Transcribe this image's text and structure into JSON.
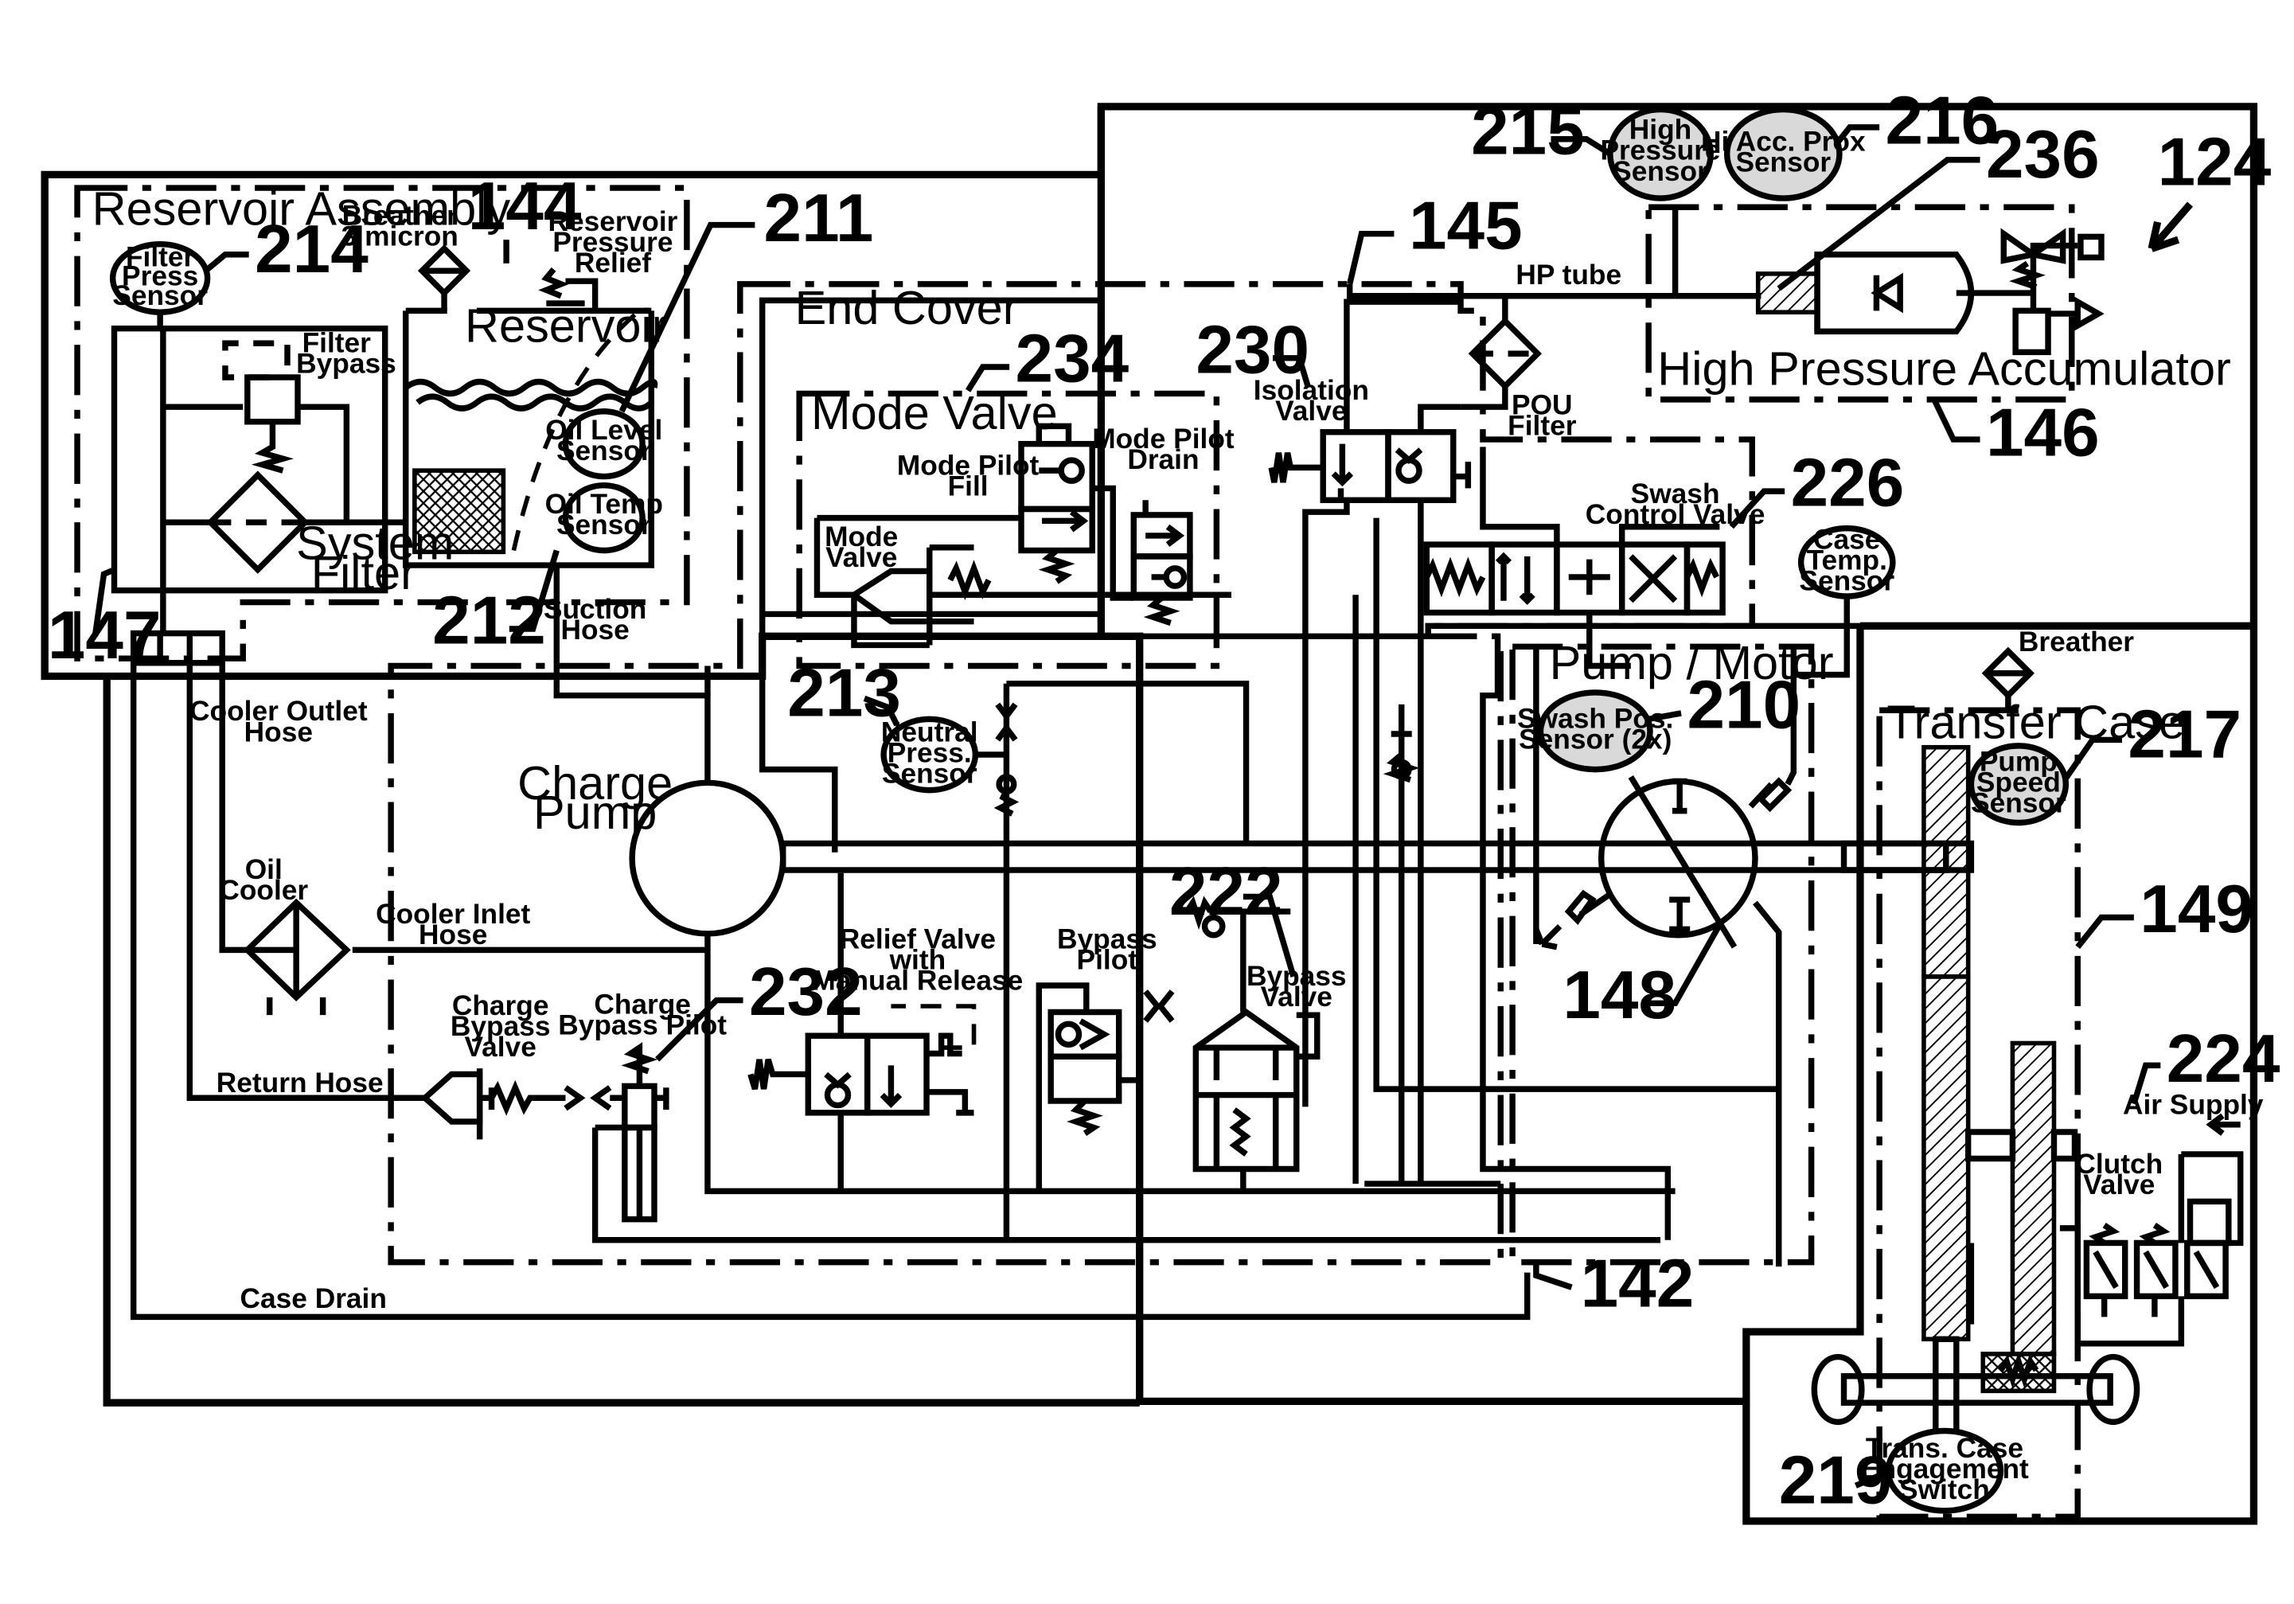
{
  "assemblies": {
    "reservoir_assembly": "Reservoir Assembly",
    "end_cover": "End Cover",
    "mode_valve": "Mode Valve",
    "pump_motor": "Pump / Motor",
    "transfer_case": "Transfer Case",
    "high_pressure_accumulator": "High Pressure Accumulator"
  },
  "components": {
    "reservoir": "Reservoir",
    "system_filter_l1": "System",
    "system_filter_l2": "Filter",
    "charge_pump_l1": "Charge",
    "charge_pump_l2": "Pump"
  },
  "small_labels": {
    "breather_l1": "Breather",
    "breather_l2": "3 micron",
    "res_relief_l1": "Reservoir",
    "res_relief_l2": "Pressure",
    "res_relief_l3": "Relief",
    "filter_bypass_l1": "Filter",
    "filter_bypass_l2": "Bypass",
    "suction_l1": "Suction",
    "suction_l2": "Hose",
    "cooler_outlet_l1": "Cooler Outlet",
    "cooler_outlet_l2": "Hose",
    "oil_cooler_l1": "Oil",
    "oil_cooler_l2": "Cooler",
    "cooler_inlet_l1": "Cooler Inlet",
    "cooler_inlet_l2": "Hose",
    "return_hose": "Return Hose",
    "case_drain": "Case Drain",
    "charge_bypass_valve_l1": "Charge",
    "charge_bypass_valve_l2": "Bypass",
    "charge_bypass_valve_l3": "Valve",
    "charge_bypass_pilot_l1": "Charge",
    "charge_bypass_pilot_l2": "Bypass Pilot",
    "relief_valve_l1": "Relief Valve",
    "relief_valve_l2": "with",
    "relief_valve_l3": "Manual Release",
    "bypass_pilot_l1": "Bypass",
    "bypass_pilot_l2": "Pilot",
    "bypass_valve_l1": "Bypass",
    "bypass_valve_l2": "Valve",
    "mode_pilot_fill_l1": "Mode Pilot",
    "mode_pilot_fill_l2": "Fill",
    "mode_pilot_drain_l1": "Mode Pilot",
    "mode_pilot_drain_l2": "Drain",
    "mode_valve_small_l1": "Mode",
    "mode_valve_small_l2": "Valve",
    "isolation_valve_l1": "Isolation",
    "isolation_valve_l2": "Valve",
    "pou_filter_l1": "POU",
    "pou_filter_l2": "Filter",
    "hp_tube": "HP tube",
    "swash_control_l1": "Swash",
    "swash_control_l2": "Control Valve",
    "breather_tc": "Breather",
    "air_supply": "Air Supply",
    "clutch_valve_l1": "Clutch",
    "clutch_valve_l2": "Valve"
  },
  "sensors": {
    "filter_press_l1": "Filter",
    "filter_press_l2": "Press",
    "filter_press_l3": "Sensor",
    "oil_level_l1": "Oil Level",
    "oil_level_l2": "Sensor",
    "oil_temp_l1": "Oil Temp",
    "oil_temp_l2": "Sensor",
    "neutral_press_l1": "Neutral",
    "neutral_press_l2": "Press.",
    "neutral_press_l3": "Sensor",
    "high_pressure_l1": "High",
    "high_pressure_l2": "Pressure",
    "high_pressure_l3": "Sensor",
    "hi_acc_prox_l1": "Hi Acc. Prox",
    "hi_acc_prox_l2": "Sensor",
    "case_temp_l1": "Case",
    "case_temp_l2": "Temp.",
    "case_temp_l3": "Sensor",
    "swash_pos_l1": "Swash Pos.",
    "swash_pos_l2": "Sensor (2x)",
    "pump_speed_l1": "Pump",
    "pump_speed_l2": "Speed",
    "pump_speed_l3": "Sensor",
    "trans_case_l1": "Trans. Case",
    "trans_case_l2": "Engagement",
    "trans_case_l3": "Switch"
  },
  "ref_numbers": {
    "n124": "124",
    "n142": "142",
    "n144": "144",
    "n145": "145",
    "n146": "146",
    "n147": "147",
    "n148": "148",
    "n149": "149",
    "n210": "210",
    "n211": "211",
    "n212": "212",
    "n213": "213",
    "n214": "214",
    "n215": "215",
    "n216": "216",
    "n217": "217",
    "n219": "219",
    "n222": "222",
    "n224": "224",
    "n226": "226",
    "n230": "230",
    "n232": "232",
    "n234": "234",
    "n236": "236"
  }
}
